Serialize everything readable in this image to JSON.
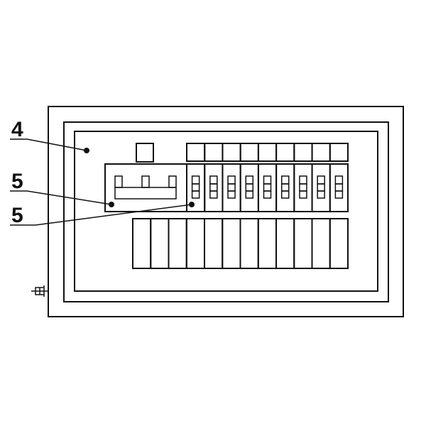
{
  "diagram": {
    "labels": [
      {
        "id": "label-4",
        "text": "4"
      },
      {
        "id": "label-5-upper",
        "text": "5"
      },
      {
        "id": "label-5-lower",
        "text": "5"
      }
    ],
    "top_indicator_count": 9,
    "breaker_module_count": 9,
    "main_switch_pole_count": 3,
    "terminal_block_count": 12,
    "line_color": "#111111"
  }
}
